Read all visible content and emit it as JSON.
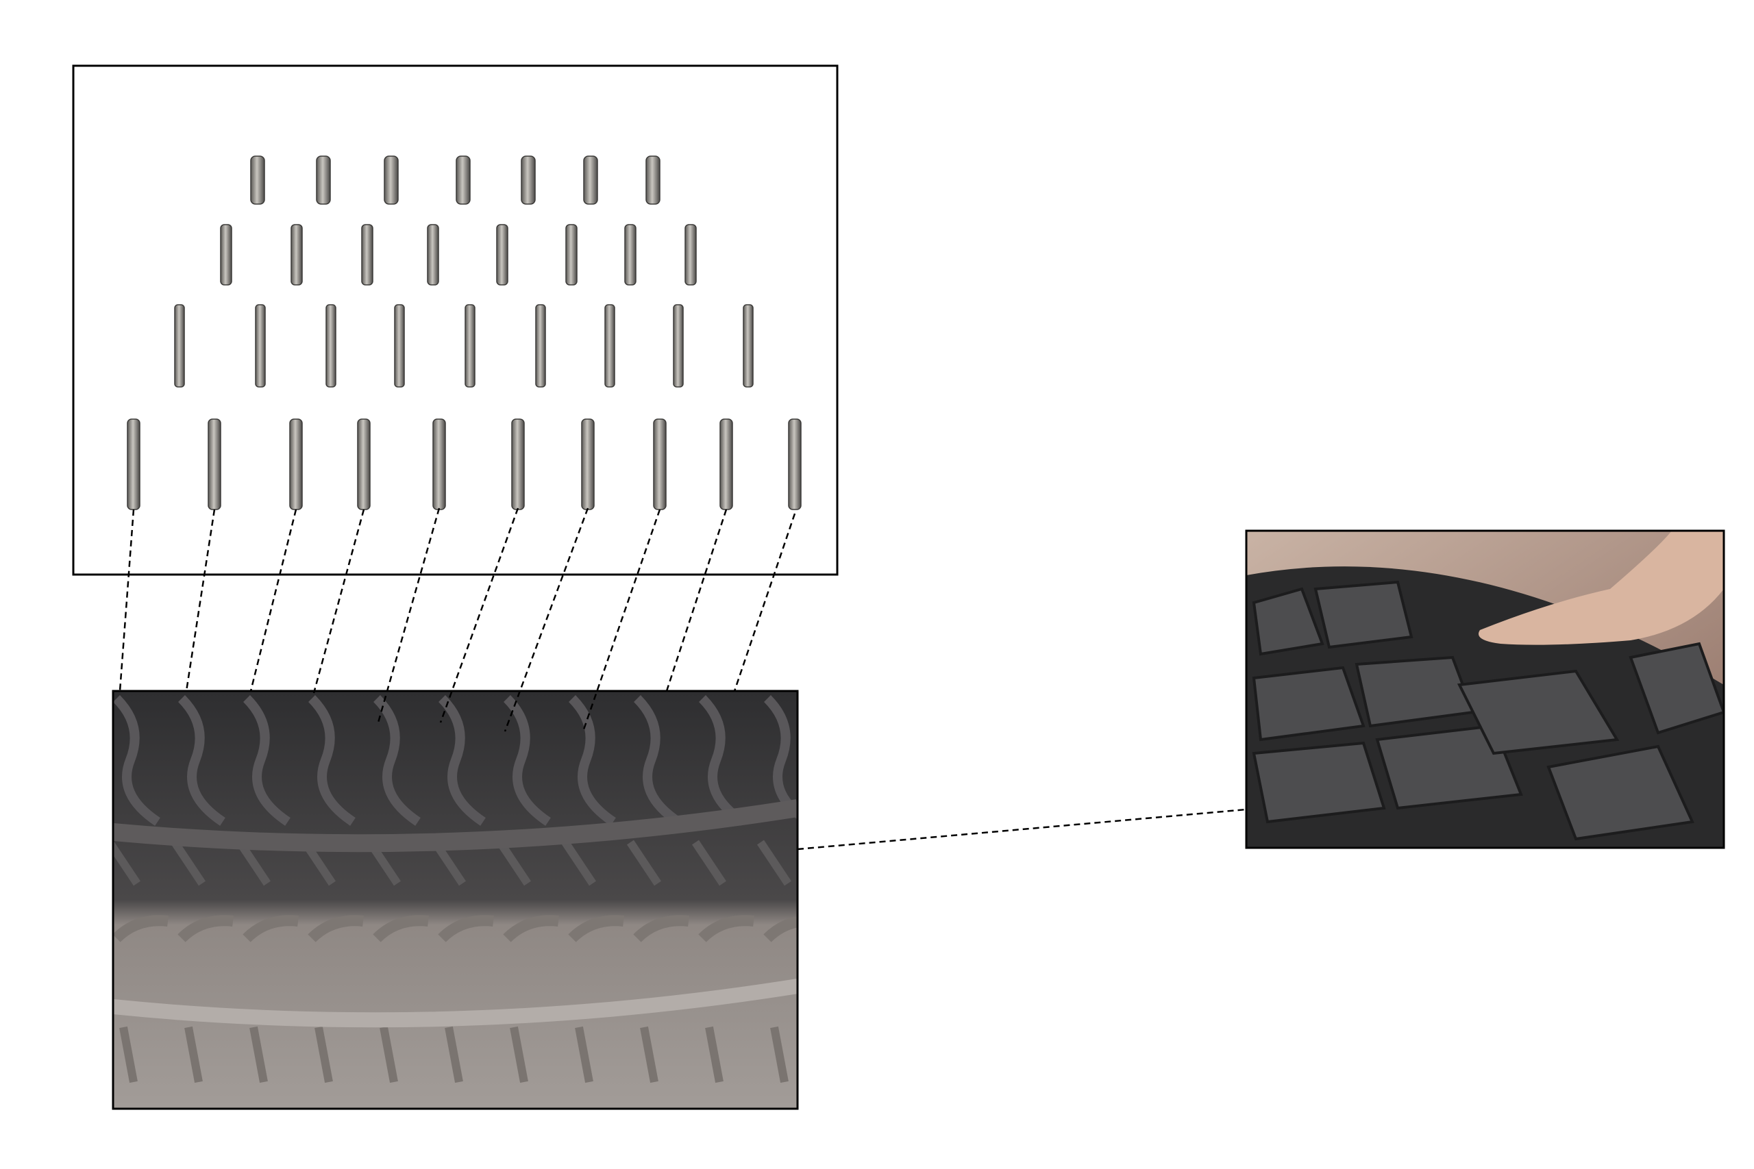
{
  "colors": {
    "background": "#ffffff",
    "frame": "#000000",
    "pin_metal": "#8a8782",
    "mold_rubber": "#3b3b3d",
    "mold_metal": "#9a9592",
    "tire_rubber": "#2b2b2c",
    "tire_backdrop": "#b89c8c",
    "connector": "#000000"
  },
  "panels": {
    "vent_pins_photo": {
      "rows": 4,
      "pin_counts": [
        7,
        8,
        9,
        10
      ]
    },
    "tire_mold_photo": {
      "vent_connections": 10
    },
    "tire_photo": {}
  }
}
